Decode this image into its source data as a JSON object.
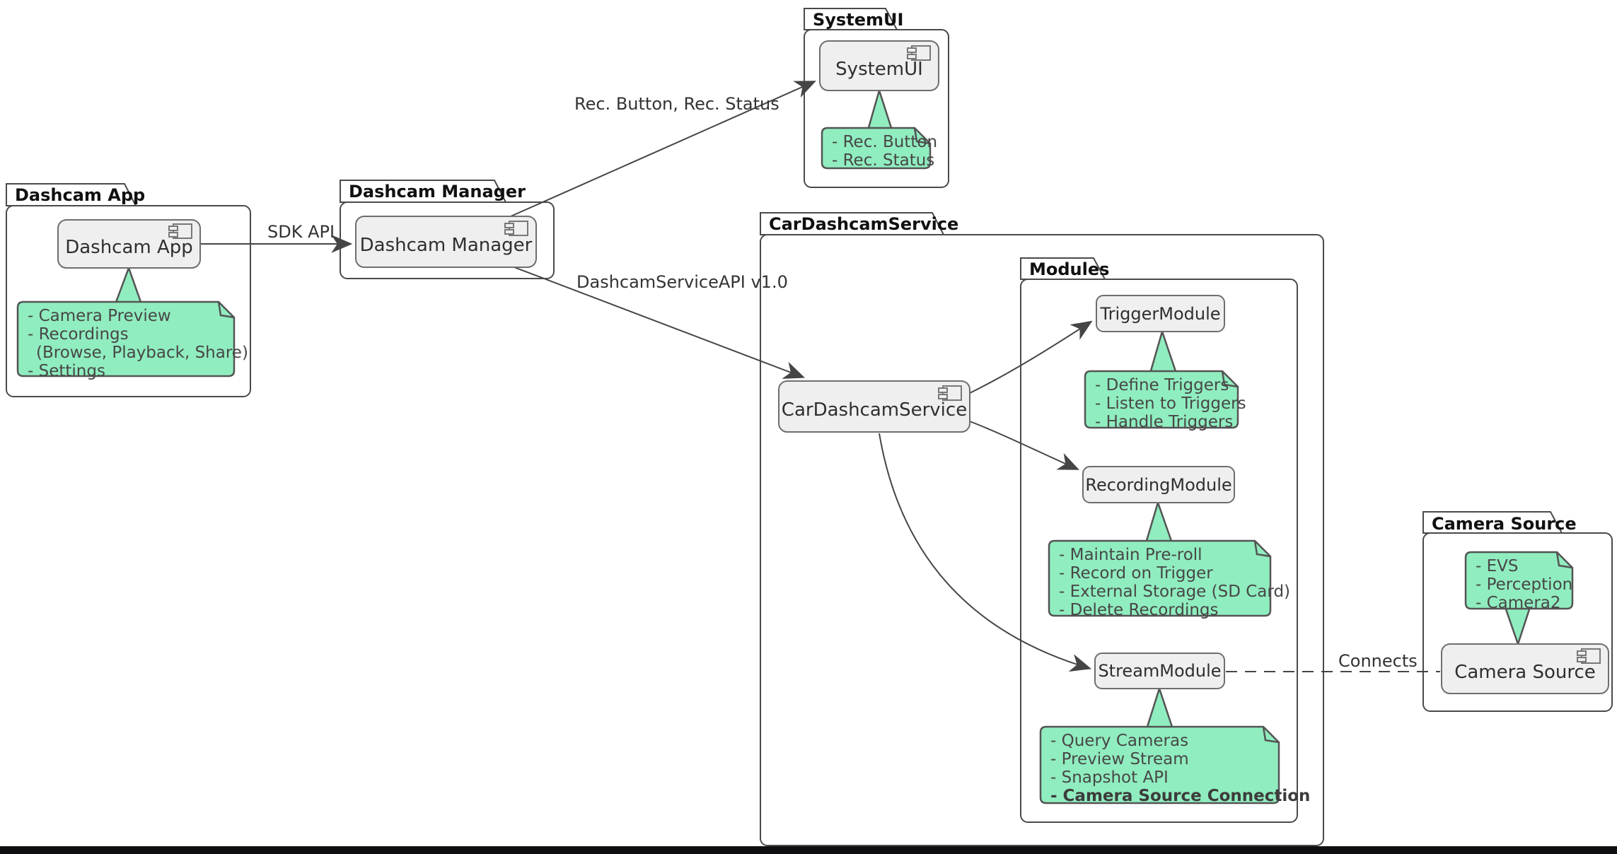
{
  "diagram": {
    "dashcam_app": {
      "title": "Dashcam App",
      "component": "Dashcam App",
      "note_lines": [
        "- Camera Preview",
        "- Recordings",
        "(Browse, Playback, Share)",
        "- Settings"
      ]
    },
    "dashcam_manager": {
      "title": "Dashcam Manager",
      "component": "Dashcam Manager"
    },
    "systemui": {
      "title": "SystemUI",
      "component": "SystemUI",
      "note_lines": [
        "- Rec. Button",
        "- Rec. Status"
      ]
    },
    "car_dashcam_service": {
      "title": "CarDashcamService",
      "component": "CarDashcamService"
    },
    "modules": {
      "title": "Modules"
    },
    "trigger_module": {
      "component": "TriggerModule",
      "note_lines": [
        "- Define Triggers",
        "- Listen to Triggers",
        "- Handle Triggers"
      ]
    },
    "recording_module": {
      "component": "RecordingModule",
      "note_lines": [
        "- Maintain Pre-roll",
        "- Record on Trigger",
        "- External Storage (SD Card)",
        "- Delete Recordings"
      ]
    },
    "stream_module": {
      "component": "StreamModule",
      "note_lines": [
        "- Query Cameras",
        "- Preview Stream",
        "- Snapshot API",
        "- Camera Source Connection"
      ]
    },
    "camera_source": {
      "title": "Camera Source",
      "component": "Camera Source",
      "note_lines": [
        "- EVS",
        "- Perception",
        "- Camera2"
      ]
    },
    "edge_labels": {
      "sdk_api": "SDK API",
      "rec_button_status": "Rec. Button, Rec. Status",
      "service_api": "DashcamServiceAPI v1.0",
      "connects": "Connects"
    },
    "colors": {
      "note_fill": "#90EDBF",
      "note_border": "#545454",
      "component_fill": "#EFEFEF",
      "component_border": "#6E6E6E",
      "package_border": "#4A4A4A",
      "edge": "#454545",
      "bottom_bar": "#0E0E10"
    }
  }
}
